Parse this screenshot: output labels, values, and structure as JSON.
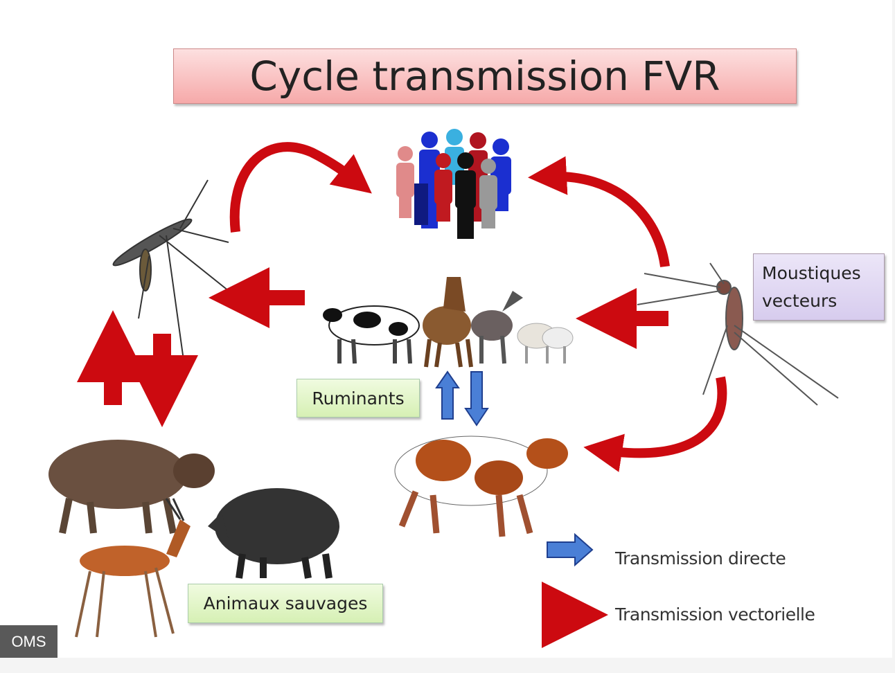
{
  "title": "Cycle transmission FVR",
  "labels": {
    "moustiques_line1": "Moustiques",
    "moustiques_line2": "vecteurs",
    "ruminants": "Ruminants",
    "animaux_sauvages": "Animaux sauvages"
  },
  "legend": {
    "direct": "Transmission directe",
    "vectorielle": "Transmission vectorielle"
  },
  "colors": {
    "vector_arrow": "#cc0a10",
    "direct_arrow": "#4a7fd6"
  },
  "credit": "OMS"
}
